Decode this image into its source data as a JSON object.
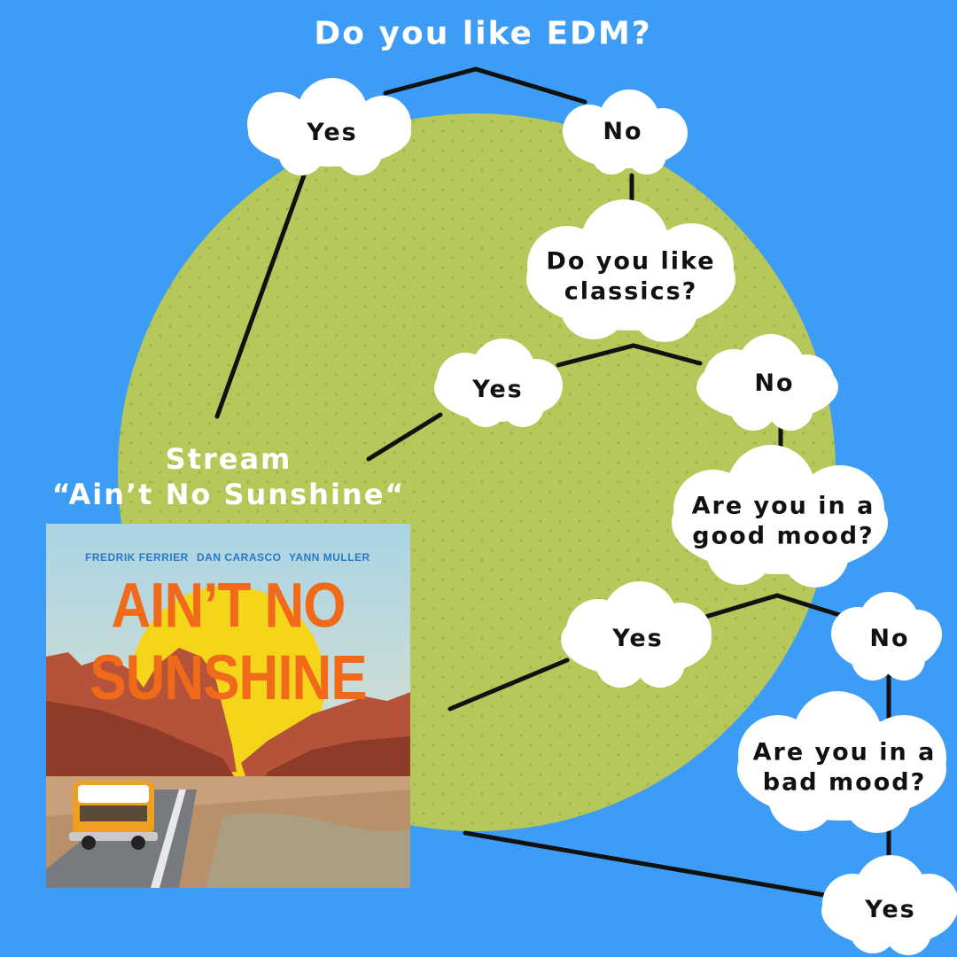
{
  "question_edm": "Do you like EDM?",
  "edm_yes": "Yes",
  "edm_no": "No",
  "question_classics_line1": "Do you like",
  "question_classics_line2": "classics?",
  "classics_yes": "Yes",
  "classics_no": "No",
  "question_good_mood_line1": "Are you in a",
  "question_good_mood_line2": "good mood?",
  "good_mood_yes": "Yes",
  "good_mood_no": "No",
  "question_bad_mood_line1": "Are you in a",
  "question_bad_mood_line2": "bad mood?",
  "bad_mood_yes": "Yes",
  "result_line1": "Stream",
  "result_line2": "“Ain’t No Sunshine“",
  "album": {
    "artists": [
      "FREDRIK FERRIER",
      "DAN CARASCO",
      "YANN MULLER"
    ],
    "title": "AIN’T NO SUNSHINE"
  },
  "colors": {
    "background": "#3d9cf5",
    "circle": "#b7c85a",
    "cloud": "#ffffff",
    "connector": "#111111",
    "album_title": "#f06a1a",
    "album_artists": "#2a78c8",
    "sun": "#f5d51a"
  }
}
